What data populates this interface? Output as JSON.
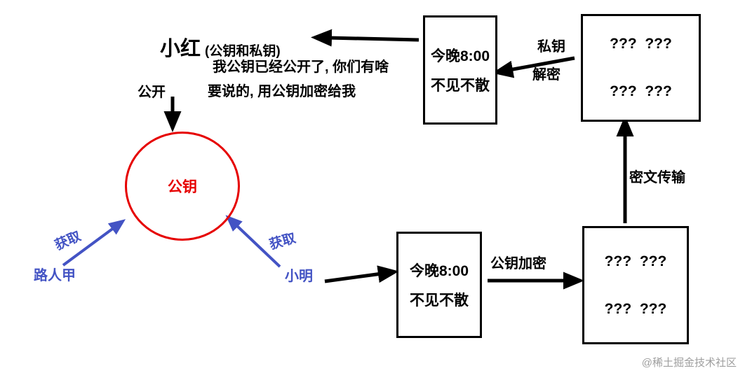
{
  "colors": {
    "accent_red": "#e60000",
    "accent_blue": "#4353c4",
    "ink_black": "#000000",
    "watermark_gray": "#9e9e9e"
  },
  "actors": {
    "xiaohong": {
      "name": "小红",
      "note": "(公钥和私钥)",
      "speech1": "我公钥已经公开了, 你们有啥",
      "speech2": "要说的, 用公钥加密给我"
    },
    "passerby": "路人甲",
    "xiaoming": "小明"
  },
  "labels": {
    "publish": "公开",
    "obtain_left": "获取",
    "obtain_right": "获取",
    "encrypt": "公钥加密",
    "transfer": "密文传输",
    "decrypt_line1": "私钥",
    "decrypt_line2": "解密"
  },
  "circle": {
    "label": "公钥"
  },
  "boxes": {
    "plain_top": {
      "line1": "今晚8:00",
      "line2": "不见不散"
    },
    "cipher_top": {
      "line1": "???  ???",
      "line2": "???  ???"
    },
    "plain_bottom": {
      "line1": "今晚8:00",
      "line2": "不见不散"
    },
    "cipher_bottom": {
      "line1": "???  ???",
      "line2": "???  ???"
    }
  },
  "watermark": "@稀土掘金技术社区"
}
